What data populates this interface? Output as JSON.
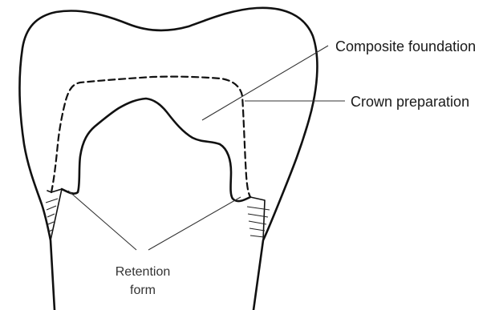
{
  "labels": {
    "composite_foundation": "Composite foundation",
    "crown_preparation": "Crown preparation",
    "retention_line1": "Retention",
    "retention_line2": "form"
  }
}
